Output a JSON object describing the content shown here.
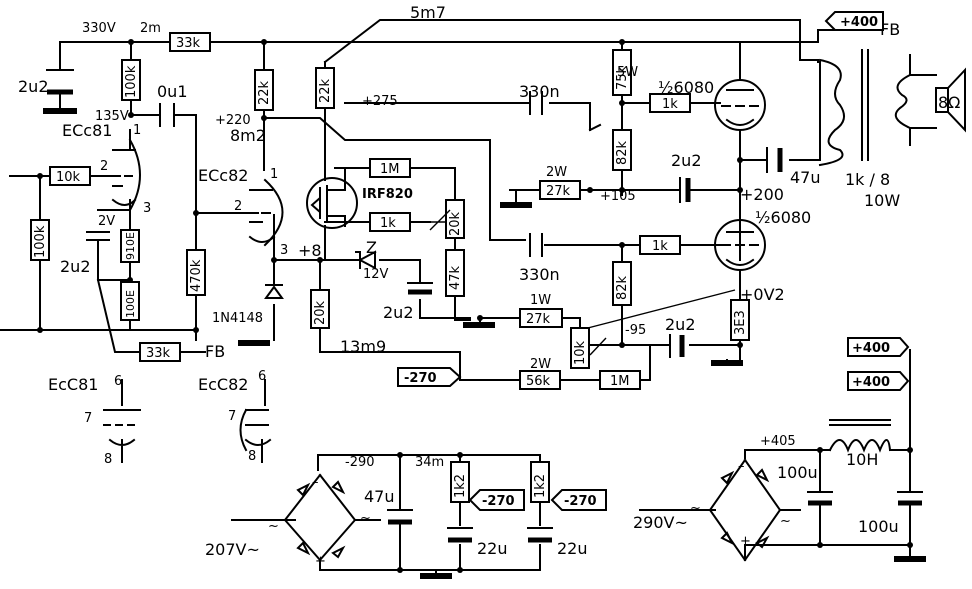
{
  "nodes": {
    "v330": "330V",
    "m2": "2m",
    "m57": "5m7",
    "v135": "135V",
    "v220": "+220",
    "m82": "8m2",
    "v275": "+275",
    "v8": "+8",
    "v105": "+105",
    "v200": "+200",
    "v0v2": "+0V2",
    "m95": "-95",
    "m139": "13m9",
    "v290": "-290",
    "m34": "34m",
    "v405": "+405",
    "fb": "FB",
    "fb2": "FB"
  },
  "resistors": {
    "r33k_top": "33k",
    "r100k_a": "100k",
    "r22k_a": "22k",
    "r22k_b": "22k",
    "r10k_in": "10k",
    "r100k_in": "100k",
    "r910": "910E",
    "r100e": "100E",
    "r470k": "470k",
    "r33k_fb": "33k",
    "r1m": "1M",
    "r1k_g": "1k",
    "r20k_pot": "20k",
    "r47k": "47k",
    "r20k": "20k",
    "r75k": "75k",
    "r82k_a": "82k",
    "r27k_2w": "27k",
    "r1k_a": "1k",
    "r1k_b": "1k",
    "r82k_b": "82k",
    "r27k_1w": "27k",
    "r10k_pot": "10k",
    "r56k": "56k",
    "r1m_b": "1M",
    "r3e3": "3E3",
    "r1k2_a": "1k2",
    "r1k2_b": "1k2"
  },
  "caps": {
    "c2u2_a": "2u2",
    "c0u1": "0u1",
    "c2u2_b": "2u2",
    "c330n_a": "330n",
    "c330n_b": "330n",
    "c2u2_c": "2u2",
    "c47u_a": "47u",
    "c2u2_d": "2u2",
    "c2u2_e": "2u2",
    "c47u_b": "47u",
    "c22u_a": "22u",
    "c22u_b": "22u",
    "c100u_a": "100u",
    "c100u_b": "100u"
  },
  "ratings": {
    "w5": "5W",
    "w2a": "2W",
    "w1": "1W",
    "w2b": "2W",
    "v2": "2V",
    "v12": "12V"
  },
  "parts": {
    "ecc81": "ECc81",
    "ecc82": "ECc82",
    "ecc81b": "EcC81",
    "ecc82b": "EcC82",
    "irf820": "IRF820",
    "tube_a": "½6080",
    "tube_b": "½6080",
    "d1n4148": "1N4148",
    "z": "Z",
    "xfmr": "1k / 8",
    "xfmr_w": "10W",
    "choke": "10H",
    "spk": "8Ω",
    "ac207": "207V~",
    "ac290": "290V~"
  },
  "flags": {
    "f400a": "+400",
    "f400b": "+400",
    "f400c": "+400",
    "f270a": "-270",
    "f270b": "-270",
    "f270c": "-270"
  },
  "pins": {
    "p1a": "1",
    "p2a": "2",
    "p3a": "3",
    "p1b": "1",
    "p2b": "2",
    "p3b": "3",
    "p6a": "6",
    "p7a": "7",
    "p8a": "8",
    "p6b": "6",
    "p7b": "7",
    "p8b": "8"
  }
}
